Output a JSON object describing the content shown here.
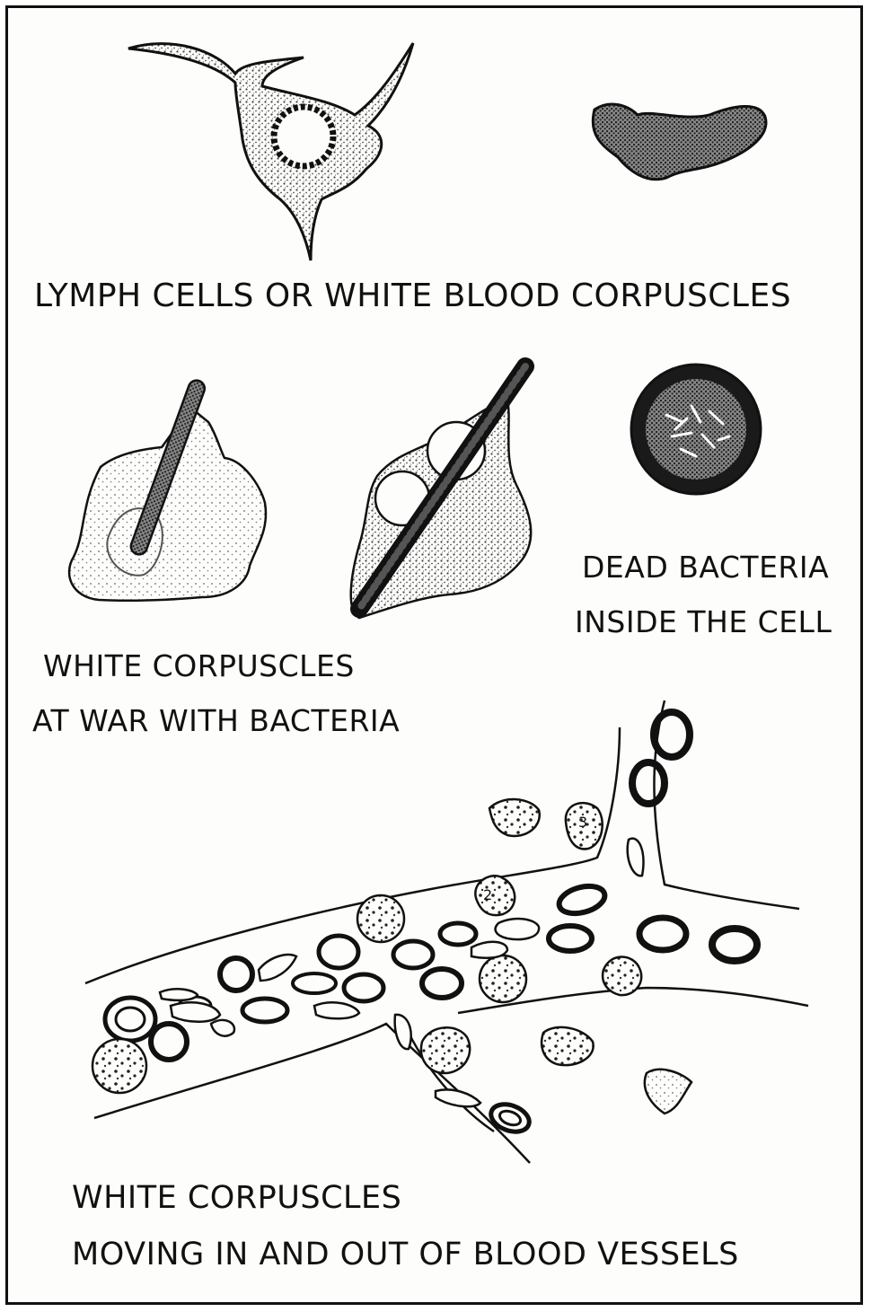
{
  "colors": {
    "ink": "#111111",
    "paper": "#fdfdfb",
    "stipple": "#444444"
  },
  "labels": {
    "lymph_cells": "LYMPH CELLS OR WHITE BLOOD CORPUSCLES",
    "dead_bacteria": [
      "DEAD BACTERIA",
      "INSIDE THE CELL"
    ],
    "at_war": [
      "WHITE CORPUSCLES",
      "AT WAR WITH BACTERIA"
    ],
    "moving": [
      "WHITE CORPUSCLES",
      "MOVING IN AND OUT OF BLOOD VESSELS"
    ]
  },
  "corpuscle_numbers": [
    "2",
    "3"
  ]
}
